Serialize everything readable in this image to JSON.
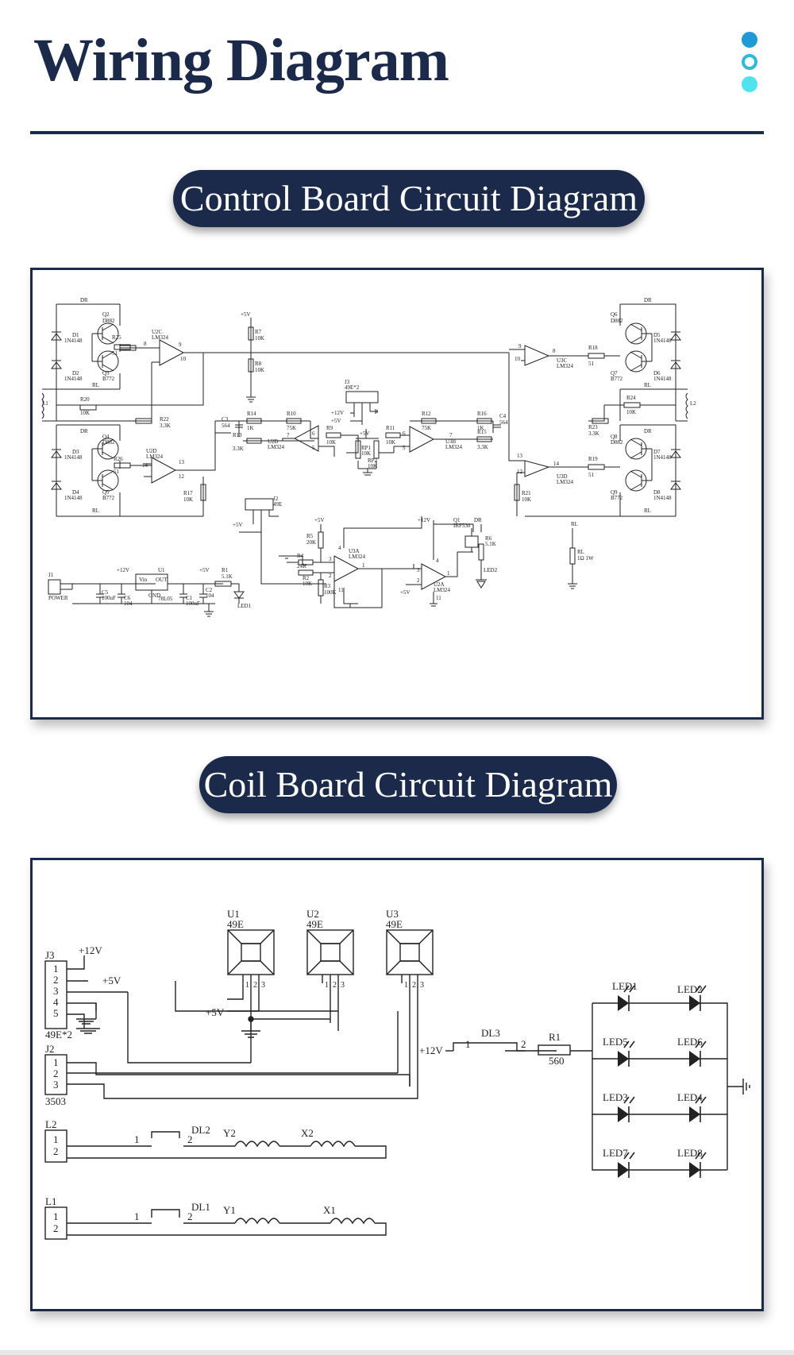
{
  "header": {
    "title": "Wiring Diagram"
  },
  "sections": {
    "control": {
      "heading": "Control Board Circuit Diagram",
      "labels": {
        "dr_l": "DR",
        "q2": "Q2",
        "d882_a": "D882",
        "d1": "D1",
        "d1_t": "1N4148",
        "d2": "D2",
        "d2_t": "1N4148",
        "q3": "Q3",
        "b772_a": "B772",
        "rl_a": "RL",
        "r25": "R25",
        "r25_v": "51",
        "u2c": "U2C",
        "u2c_t": "LM324",
        "u2c_p9": "9",
        "u2c_p8": "8",
        "u2c_p10": "10",
        "p5v_top": "+5V",
        "r7": "R7",
        "r7_v": "10K",
        "r8": "R8",
        "r8_v": "10K",
        "l1": "L1",
        "r20": "R20",
        "r20_v": "10K",
        "r22": "R22",
        "r22_v": "3.3K",
        "dr_l2": "DR",
        "q4": "Q4",
        "d882_b": "D882",
        "d3": "D3",
        "d3_t": "1N4148",
        "d4": "D4",
        "d4_t": "1N4148",
        "q5": "Q5",
        "b772_b": "B772",
        "rl_b": "RL",
        "r26": "R26",
        "r26_v": "51",
        "u2d": "U2D",
        "u2d_t": "LM324",
        "u2d_p14": "14",
        "u2d_p13": "13",
        "u2d_p12": "12",
        "r17": "R17",
        "r17_v": "10K",
        "c3": "C3",
        "c3_v": "564",
        "r14": "R14",
        "r14_v": "1K",
        "r13": "R13",
        "r13_v": "3.3K",
        "r10": "R10",
        "r10_v": "75K",
        "u2b": "U2B",
        "u2b_t": "LM324",
        "u2b_p6": "6",
        "u2b_p5": "5",
        "u2b_p7": "7",
        "r9": "R9",
        "r9_v": "10K",
        "j3": "J3",
        "j3_t": "49E*2",
        "p12v_j": "+12V",
        "p5v_j": "+5V",
        "p5v_rp": "+5V",
        "rp1": "RP1",
        "rp1_v": "10K",
        "rp2": "RP2",
        "rp2_v": "10K",
        "r11": "R11",
        "r11_v": "10K",
        "r12": "R12",
        "r12_v": "75K",
        "u3b": "U3B",
        "u3b_t": "LM324",
        "u3b_p6": "6",
        "u3b_p5": "5",
        "u3b_p7": "7",
        "r16": "R16",
        "r16_v": "1K",
        "r15": "R15",
        "r15_v": "3.3K",
        "c4": "C4",
        "c4_v": "564",
        "u3c": "U3C",
        "u3c_t": "LM324",
        "u3c_p9": "9",
        "u3c_p10": "10",
        "u3c_p8": "8",
        "r18": "R18",
        "r18_v": "51",
        "dr_r": "DR",
        "q6": "Q6",
        "d882_c": "D882",
        "d5": "D5",
        "d5_t": "1N4148",
        "q7": "Q7",
        "b772_c": "B772",
        "d6": "D6",
        "d6_t": "1N4148",
        "rl_c": "RL",
        "r24": "R24",
        "r24_v": "10K",
        "l2": "L2",
        "r23": "R23",
        "r23_v": "3.3K",
        "dr_r2": "DR",
        "q8": "Q8",
        "d882_d": "D882",
        "d7": "D7",
        "d7_t": "1N4148",
        "u3d": "U3D",
        "u3d_t": "LM324",
        "u3d_p13": "13",
        "u3d_p12": "12",
        "u3d_p14": "14",
        "r19": "R19",
        "r19_v": "51",
        "q9": "Q9",
        "b772_d": "B772",
        "d8": "D8",
        "d8_t": "1N4148",
        "rl_d": "RL",
        "r21": "R21",
        "r21_v": "10K",
        "j2": "J2",
        "j2_t": "49E",
        "p5v_j2": "+5V",
        "p5v_r5": "+5V",
        "r5": "R5",
        "r5_v": "20K",
        "r4": "R4",
        "r4_v": "24K",
        "r2": "R2",
        "r2_v": "10K",
        "r3": "R3",
        "r3_v": "100K",
        "u1a": "U3A",
        "u1a_t": "LM324",
        "u1a_p3": "3",
        "u1a_p2": "2",
        "u1a_p1": "1",
        "u1a_p4": "4",
        "u1a_p11": "11",
        "p12v_u2a": "+12V",
        "q1": "Q1",
        "q1_t": "IRF530",
        "dr_q1": "DR",
        "r6": "R6",
        "r6_v": "5.1K",
        "u2a": "U2A",
        "u2a_t": "LM324",
        "u2a_p3": "3",
        "u2a_p2": "2",
        "u2a_p1": "1",
        "u2a_p4": "4",
        "u2a_p11": "11",
        "p5v_u2a": "+5V",
        "led2": "LED2",
        "rl_load": "RL",
        "rl_load2": "RL",
        "rl_load_v": "1Ω 1W",
        "j1": "J1",
        "j1_t": "POWER",
        "p12v_ps": "+12V",
        "u1": "U1",
        "vin": "Vin",
        "out": "OUT",
        "gnd": "GND",
        "reg": "78L05",
        "c5": "C5",
        "c5_v": "100uF",
        "c6": "C6",
        "c6_v": "104",
        "c1": "C1",
        "c1_v": "100uF",
        "c2": "C2",
        "c2_v": "104",
        "p5v_ps": "+5V",
        "r1": "R1",
        "r1_v": "5.1K",
        "led1": "LED1"
      }
    },
    "coil": {
      "heading": "Coil Board Circuit Diagram",
      "labels": {
        "j3": "J3",
        "p12v": "+12V",
        "p5v_a": "+5V",
        "pin1": "1",
        "pin2": "2",
        "pin3": "3",
        "pin4": "4",
        "pin5": "5",
        "j3_t": "49E*2",
        "u1": "U1",
        "u1_t": "49E",
        "u2": "U2",
        "u2_t": "49E",
        "u3": "U3",
        "u3_t": "49E",
        "u1_p1": "1",
        "u1_p2": "2",
        "u1_p3": "3",
        "u2_p1": "1",
        "u2_p2": "2",
        "u2_p3": "3",
        "u3_p1": "1",
        "u3_p2": "2",
        "u3_p3": "3",
        "p5v_b": "+5V",
        "j2": "J2",
        "j2_p1": "1",
        "j2_p2": "2",
        "j2_p3": "3",
        "j2_t": "3503",
        "p12v_b": "+12V",
        "dl3": "DL3",
        "dl3_p1": "1",
        "dl3_p2": "2",
        "r1": "R1",
        "r1_v": "560",
        "l2": "L2",
        "l2_p1": "1",
        "l2_p2": "2",
        "dl2_p1": "1",
        "dl2": "DL2",
        "dl2_p2": "2",
        "y2": "Y2",
        "x2": "X2",
        "l1": "L1",
        "l1_p1": "1",
        "l1_p2": "2",
        "dl1_p1": "1",
        "dl1": "DL1",
        "dl1_p2": "2",
        "y1": "Y1",
        "x1": "X1",
        "led1": "LED1",
        "led2": "LED2",
        "led5": "LED5",
        "led6": "LED6",
        "led3": "LED3",
        "led4": "LED4",
        "led7": "LED7",
        "led8": "LED8"
      }
    }
  }
}
